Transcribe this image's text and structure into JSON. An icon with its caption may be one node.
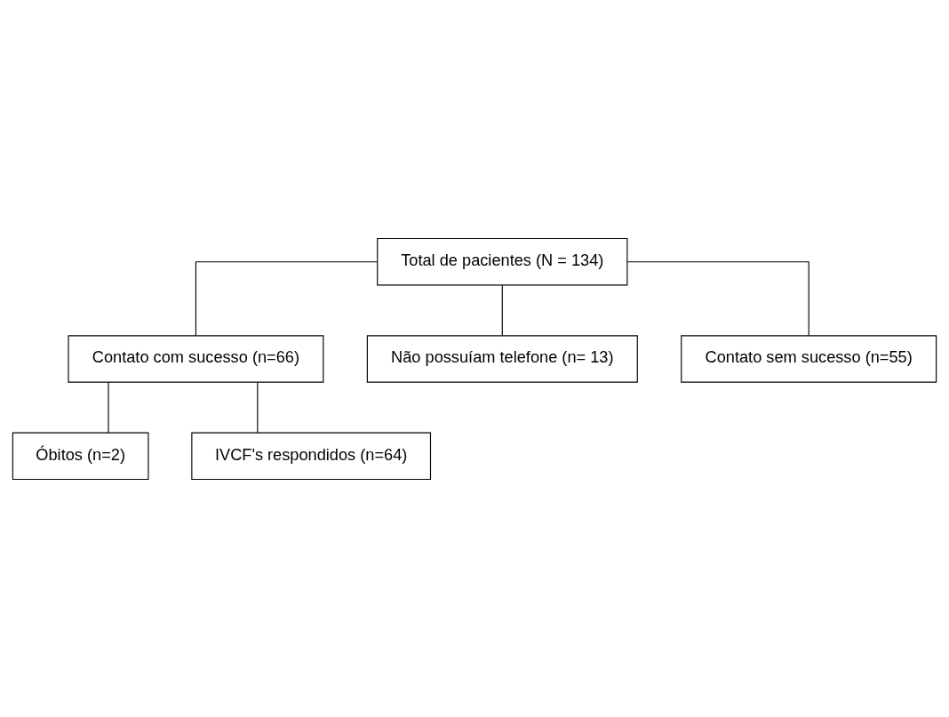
{
  "diagram": {
    "nodes": [
      {
        "text": [
          "Total de pacientes (N = 134)"
        ]
      },
      {
        "text": [
          "Contato com sucesso (n=66)"
        ]
      },
      {
        "text": [
          "Não possuíam telefone (n= 13)"
        ]
      },
      {
        "text": [
          "Contato sem sucesso (n=55)"
        ]
      },
      {
        "text": [
          "Óbitos (n=2)"
        ]
      },
      {
        "text": [
          "IVCF's respondidos (n=64)"
        ]
      }
    ],
    "edges": [
      {
        "from": 0,
        "to": 1,
        "arrow": "none"
      },
      {
        "from": 0,
        "to": 2,
        "arrow": "none"
      },
      {
        "from": 0,
        "to": 3,
        "arrow": "none"
      },
      {
        "from": 1,
        "to": 4,
        "arrow": "none"
      },
      {
        "from": 1,
        "to": 5,
        "arrow": "none"
      }
    ]
  }
}
